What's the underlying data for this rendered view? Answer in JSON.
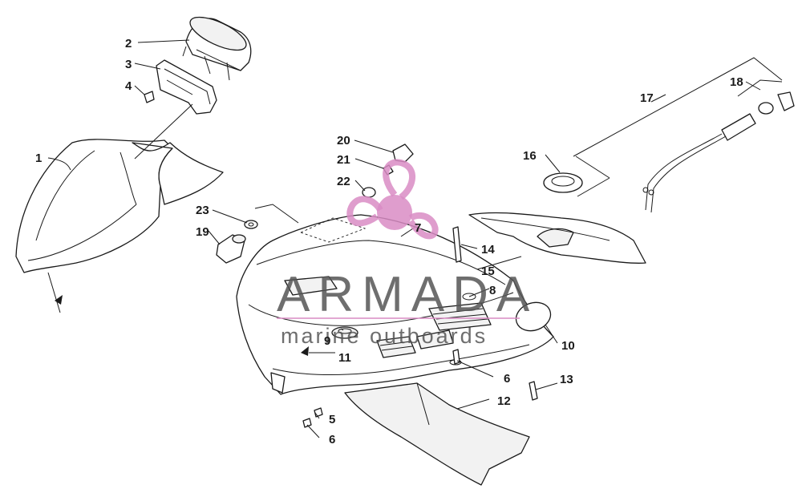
{
  "callouts": [
    {
      "id": "c1",
      "text": "1"
    },
    {
      "id": "c2",
      "text": "2"
    },
    {
      "id": "c3",
      "text": "3"
    },
    {
      "id": "c4",
      "text": "4"
    },
    {
      "id": "c5",
      "text": "5"
    },
    {
      "id": "c6a",
      "text": "6"
    },
    {
      "id": "c6b",
      "text": "6"
    },
    {
      "id": "c7",
      "text": "7"
    },
    {
      "id": "c8",
      "text": "8"
    },
    {
      "id": "c9",
      "text": "9"
    },
    {
      "id": "c10",
      "text": "10"
    },
    {
      "id": "c11",
      "text": "11"
    },
    {
      "id": "c12",
      "text": "12"
    },
    {
      "id": "c13",
      "text": "13"
    },
    {
      "id": "c14",
      "text": "14"
    },
    {
      "id": "c15",
      "text": "15"
    },
    {
      "id": "c16",
      "text": "16"
    },
    {
      "id": "c17",
      "text": "17"
    },
    {
      "id": "c18",
      "text": "18"
    },
    {
      "id": "c19",
      "text": "19"
    },
    {
      "id": "c20",
      "text": "20"
    },
    {
      "id": "c21",
      "text": "21"
    },
    {
      "id": "c22",
      "text": "22"
    },
    {
      "id": "c23",
      "text": "23"
    }
  ],
  "watermark": {
    "brand": "ARMADA",
    "tagline": "marine outboards",
    "logo_color": "#d98cc4",
    "text_color": "#555555"
  },
  "colors": {
    "line": "#1a1a1a",
    "background": "#ffffff"
  }
}
